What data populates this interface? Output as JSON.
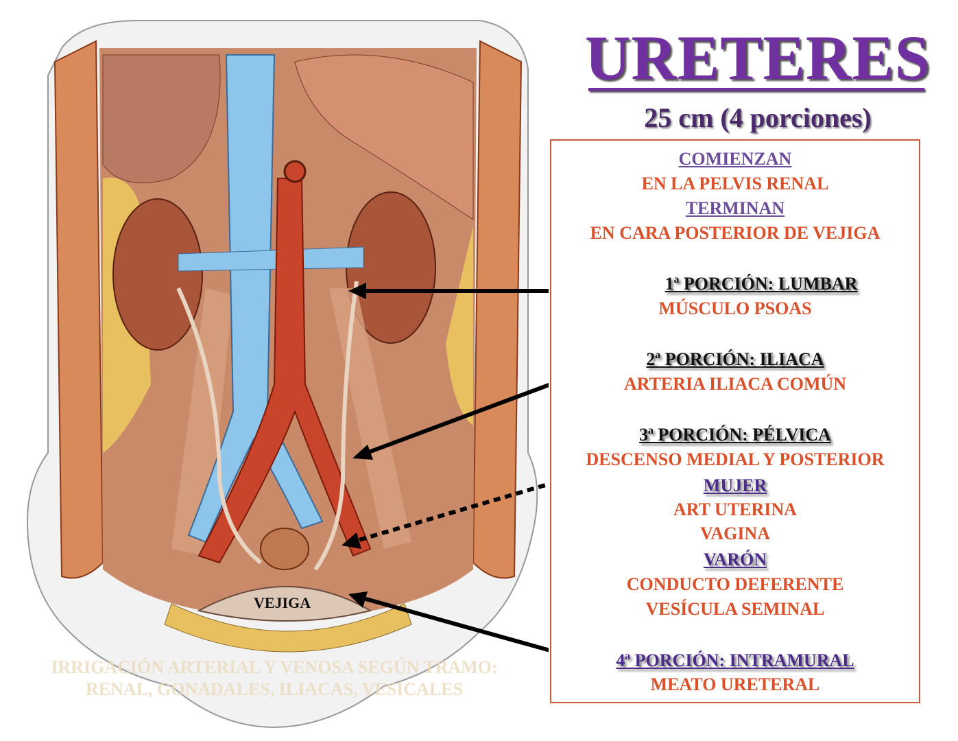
{
  "title": "URETERES",
  "subtitle": "25 cm (4 porciones)",
  "box": {
    "lines": [
      {
        "text": "COMIENZAN",
        "style": "heading"
      },
      {
        "text": "EN LA PELVIS RENAL",
        "style": "body"
      },
      {
        "text": "TERMINAN",
        "style": "heading"
      },
      {
        "text": "EN CARA POSTERIOR DE VEJIGA",
        "style": "body"
      },
      {
        "text": "1ª PORCIÓN: LUMBAR",
        "style": "portion"
      },
      {
        "text": "MÚSCULO PSOAS",
        "style": "body"
      },
      {
        "text": "2ª PORCIÓN: ILIACA",
        "style": "portion"
      },
      {
        "text": "ARTERIA ILIACA COMÚN",
        "style": "body"
      },
      {
        "text": "3ª PORCIÓN: PÉLVICA",
        "style": "portion"
      },
      {
        "text": "DESCENSO MEDIAL Y POSTERIOR",
        "style": "body"
      },
      {
        "text": "MUJER",
        "style": "sex"
      },
      {
        "text": "ART UTERINA",
        "style": "body"
      },
      {
        "text": "VAGINA",
        "style": "body"
      },
      {
        "text": "VARÓN",
        "style": "sex"
      },
      {
        "text": "CONDUCTO DEFERENTE",
        "style": "body"
      },
      {
        "text": "VESÍCULA SEMINAL",
        "style": "body"
      },
      {
        "text": "4ª PORCIÓN: INTRAMURAL",
        "style": "portion-purple"
      },
      {
        "text": "MEATO URETERAL",
        "style": "body"
      }
    ]
  },
  "illustration": {
    "bladder_label": "VEJIGA",
    "faded_note": [
      "IRRIGACIÓN ARTERIAL Y VENOSA SEGÚN TRAMO:",
      "RENAL, GONADALES, ILIACAS, VESICALES"
    ]
  },
  "colors": {
    "title": "#7030a0",
    "body_text": "#d9502a",
    "heading": "#6b4c9a",
    "box_border": "#c55a3c",
    "vein": "#8ec5ea",
    "artery": "#c8452b"
  }
}
